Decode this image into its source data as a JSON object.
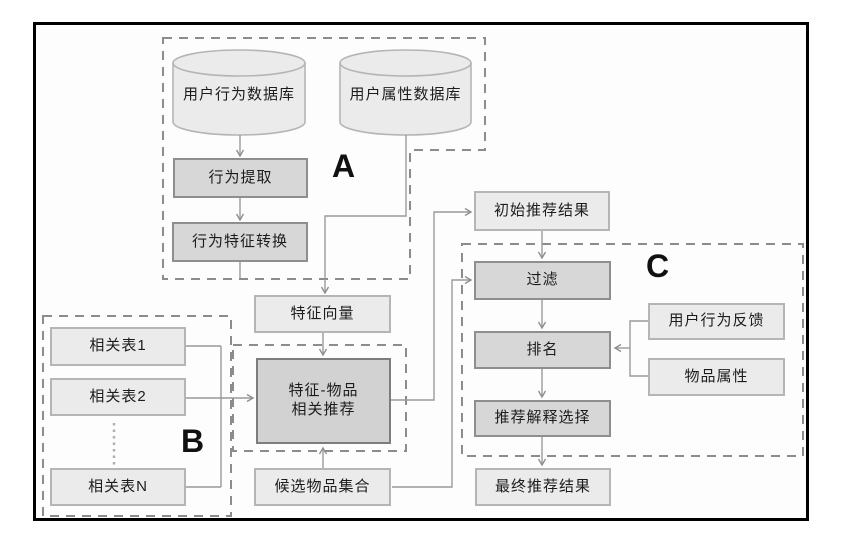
{
  "diagram": {
    "regions": {
      "a": "A",
      "b": "B",
      "c": "C"
    },
    "nodes": {
      "db_behavior": "用户行为数据库",
      "db_attribute": "用户属性数据库",
      "behavior_extract": "行为提取",
      "behavior_transform": "行为特征转换",
      "feature_vector": "特征向量",
      "feature_item": {
        "line1": "特征-物品",
        "line2": "相关推荐"
      },
      "candidate_set": "候选物品集合",
      "table1": "相关表1",
      "table2": "相关表2",
      "tableN": "相关表N",
      "initial_result": "初始推荐结果",
      "filter": "过滤",
      "ranking": "排名",
      "explain_select": "推荐解释选择",
      "final_result": "最终推荐结果",
      "user_feedback": "用户行为反馈",
      "item_attribute": "物品属性"
    },
    "colors": {
      "light_fill": "#ebebeb",
      "light_border": "#b5b5b5",
      "dark_fill": "#d7d7d7",
      "dark_border": "#8e8e8e",
      "line": "#9a9a9a",
      "dash": "#8c8c8c",
      "frame": "#000000"
    }
  }
}
